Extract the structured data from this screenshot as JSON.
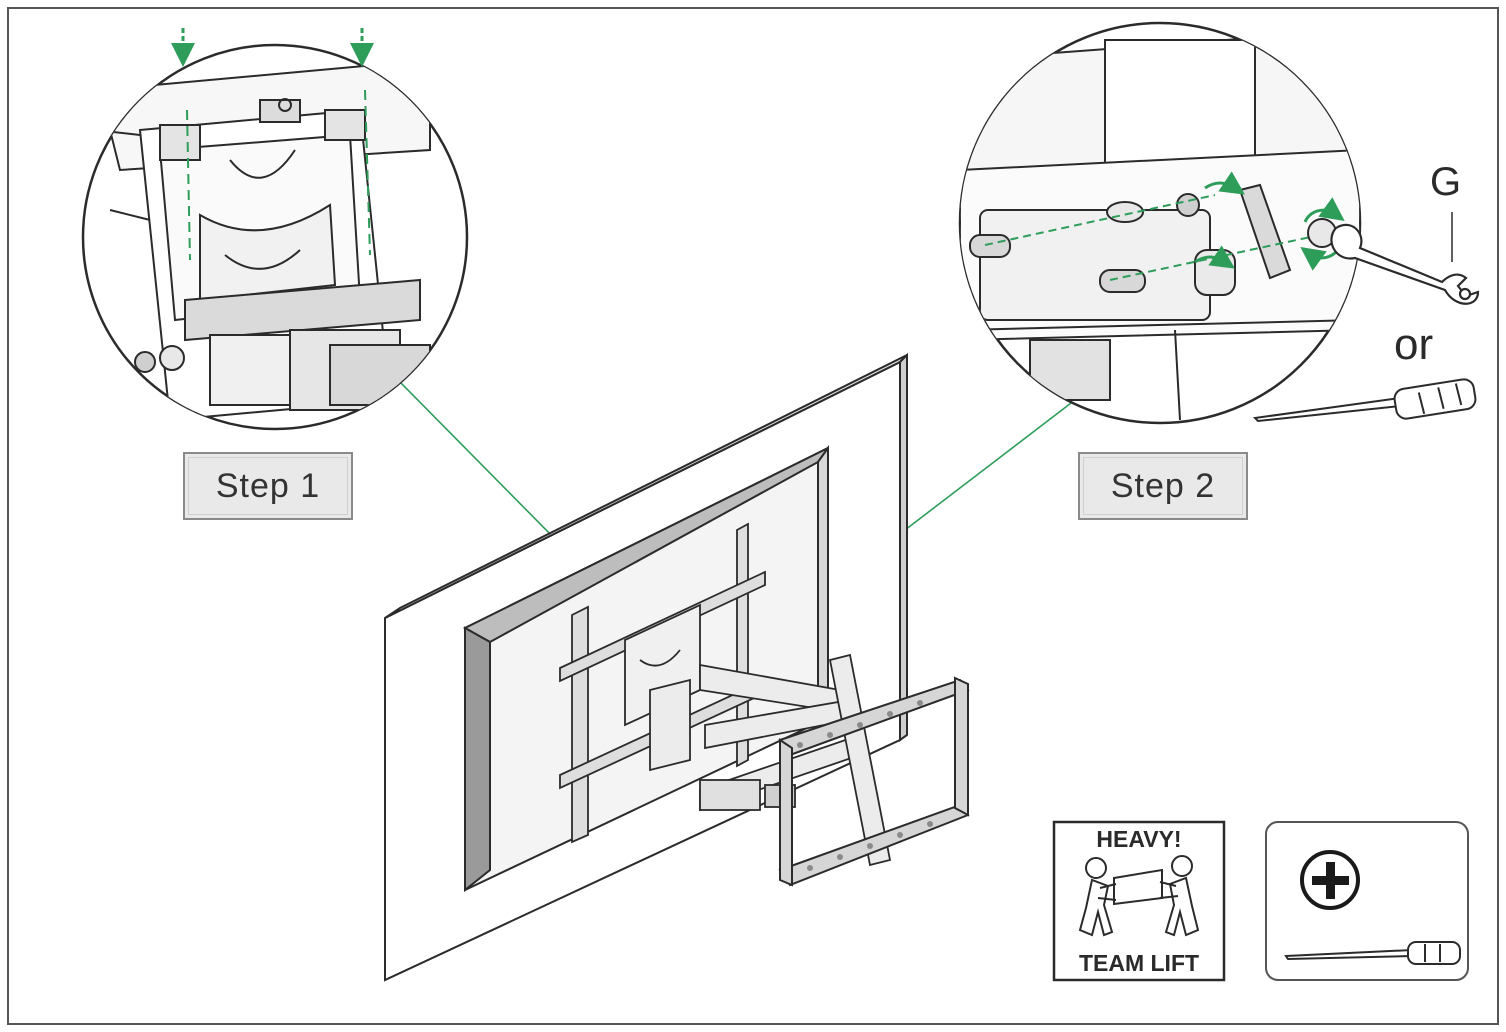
{
  "steps": {
    "step1_label": "Step 1",
    "step2_label": "Step 2"
  },
  "tools": {
    "wrench_label": "G",
    "or_label": "or"
  },
  "warning": {
    "heavy_label": "HEAVY!",
    "team_lift_label": "TEAM LIFT"
  },
  "colors": {
    "accent_green": "#2e9d5a",
    "line": "#2b2b2b",
    "panel_gray": "#e9e9e9"
  },
  "icons": [
    "wrench-icon",
    "screwdriver-icon",
    "phillips-head-icon",
    "team-lift-icon"
  ]
}
